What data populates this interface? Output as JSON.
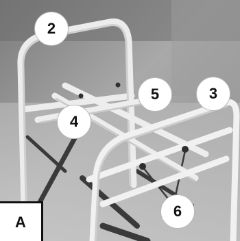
{
  "figure": {
    "panel_label": "A",
    "callouts": {
      "two": "2",
      "three": "3",
      "four": "4",
      "five": "5",
      "six": "6"
    }
  }
}
